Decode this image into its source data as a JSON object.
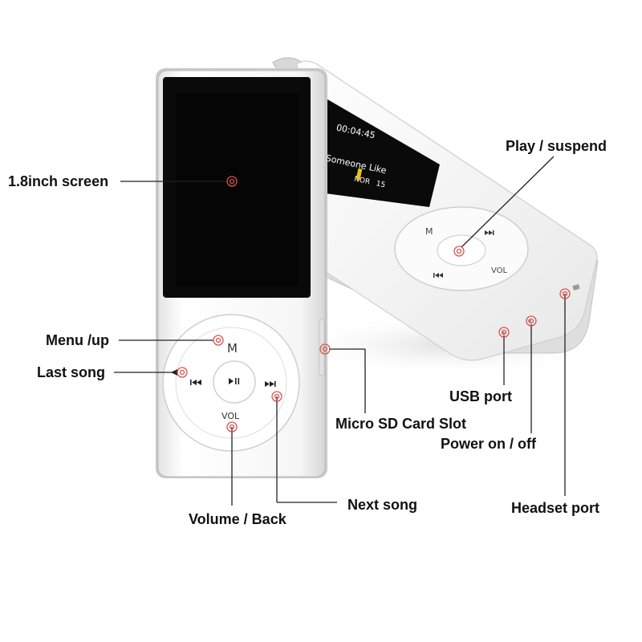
{
  "colors": {
    "background": "#ffffff",
    "device_body": "#f4f4f4",
    "screen": "#0a0a0a",
    "marker": "#d9534f",
    "line": "#222222"
  },
  "labels": {
    "screen": "1.8inch screen",
    "menu_up": "Menu /up",
    "last_song": "Last song",
    "volume_back": "Volume / Back",
    "next_song": "Next song",
    "micro_sd": "Micro SD Card Slot",
    "play_suspend": "Play / suspend",
    "usb_port": "USB port",
    "power": "Power on / off",
    "headset": "Headset port"
  },
  "device_front": {
    "wheel_m": "M",
    "wheel_vol": "VOL",
    "prev_icon": "rewind-icon",
    "next_icon": "fast-forward-icon",
    "play_icon": "play-pause-icon"
  },
  "device_back": {
    "screen_time": "00:04:45",
    "screen_track": "Someone Like",
    "screen_eq": "NOR",
    "screen_volume": "15",
    "wheel_m": "M",
    "wheel_vol": "VOL"
  }
}
